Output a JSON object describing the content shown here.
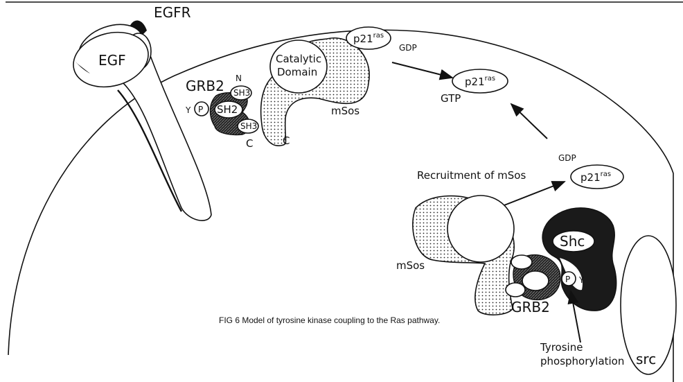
{
  "figure": {
    "caption": "FIG 6 Model of tyrosine kinase coupling to the Ras pathway."
  },
  "labels": {
    "egfr": "EGFR",
    "egf": "EGF",
    "grb2_top": "GRB2",
    "n_terminus": "N",
    "sh3_top": "SH3",
    "y_top": "Y",
    "p_top": "P",
    "sh2": "SH2",
    "sh3_bottom": "SH3",
    "c_terminus_1": "C",
    "c_terminus_2": "C",
    "catalytic_line1": "Catalytic",
    "catalytic_line2": "Domain",
    "msos_top": "mSos",
    "p21_base": "p21",
    "p21_sup": "ras",
    "gdp_top": "GDP",
    "gtp": "GTP",
    "gdp_right": "GDP",
    "recruitment": "Recruitment of mSos",
    "shc": "Shc",
    "msos_bottom": "mSos",
    "p_bottom": "P",
    "y_bottom": "Y",
    "grb2_bottom": "GRB2",
    "tyrosine_line1": "Tyrosine",
    "tyrosine_line2": "phosphorylation",
    "src": "src"
  }
}
